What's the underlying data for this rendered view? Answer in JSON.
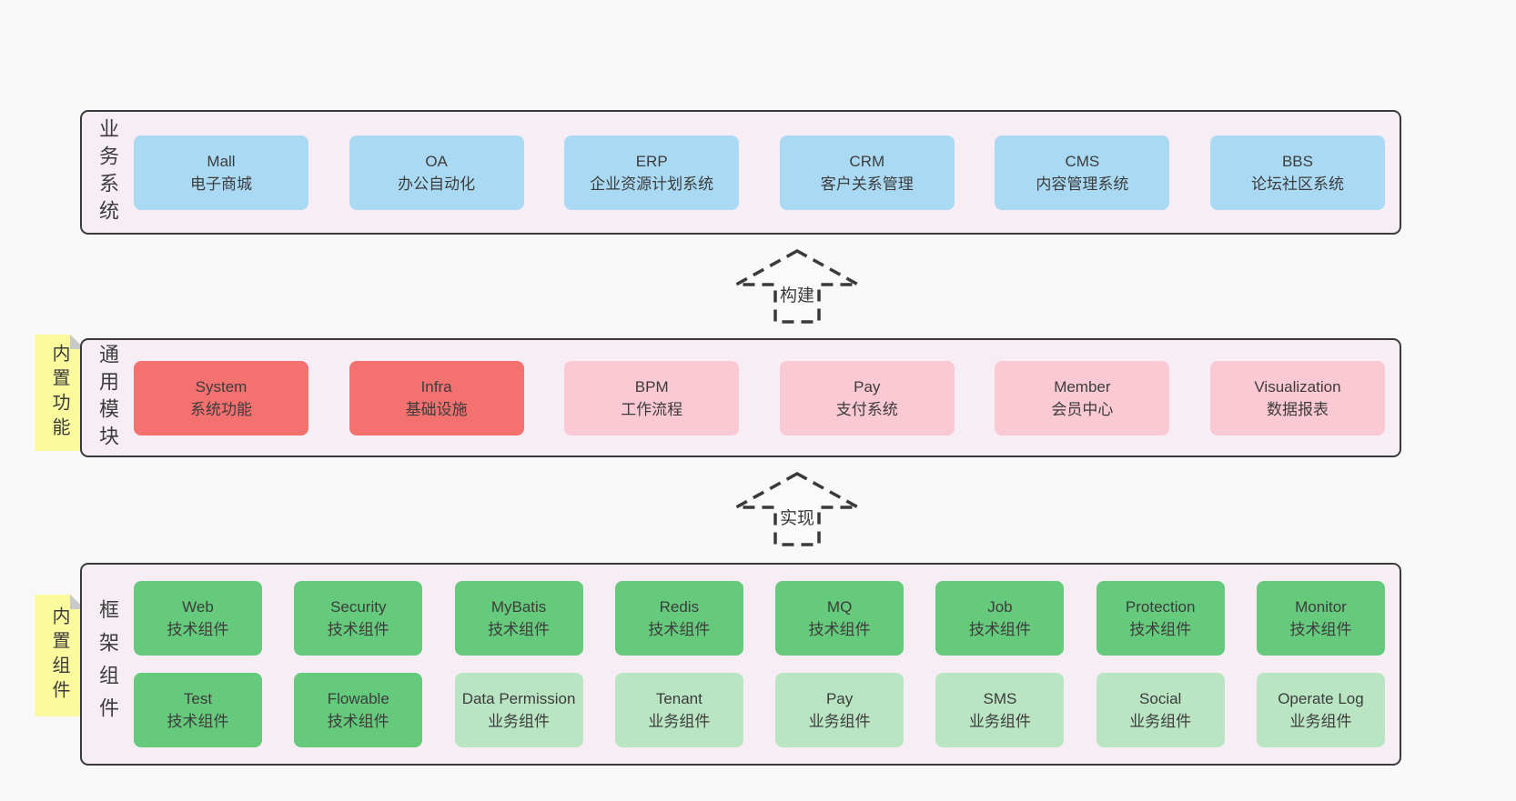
{
  "colors": {
    "page_bg": "#f8f8f8",
    "panel_bg": "#f7edf5",
    "panel_border": "#3a3a3a",
    "box_blue": "#aadaf3",
    "box_red": "#f3716f",
    "box_pink": "#fac9d3",
    "box_green": "#66ca7c",
    "box_light_green": "#b9e5c3",
    "sticky_yellow": "#fbfa9e",
    "sticky_fold": "#c9c9c9",
    "text": "#3c3c3c"
  },
  "layers": {
    "business": {
      "side_label": "业务系统",
      "boxes": [
        {
          "en": "Mall",
          "zh": "电子商城"
        },
        {
          "en": "OA",
          "zh": "办公自动化"
        },
        {
          "en": "ERP",
          "zh": "企业资源计划系统"
        },
        {
          "en": "CRM",
          "zh": "客户关系管理"
        },
        {
          "en": "CMS",
          "zh": "内容管理系统"
        },
        {
          "en": "BBS",
          "zh": "论坛社区系统"
        }
      ]
    },
    "modules": {
      "sticky_label": "内置功能",
      "side_label": "通用模块",
      "boxes": [
        {
          "en": "System",
          "zh": "系统功能"
        },
        {
          "en": "Infra",
          "zh": "基础设施"
        },
        {
          "en": "BPM",
          "zh": "工作流程"
        },
        {
          "en": "Pay",
          "zh": "支付系统"
        },
        {
          "en": "Member",
          "zh": "会员中心"
        },
        {
          "en": "Visualization",
          "zh": "数据报表"
        }
      ]
    },
    "framework": {
      "sticky_label": "内置组件",
      "side_label": "框架组件",
      "row1": [
        {
          "en": "Web",
          "zh": "技术组件"
        },
        {
          "en": "Security",
          "zh": "技术组件"
        },
        {
          "en": "MyBatis",
          "zh": "技术组件"
        },
        {
          "en": "Redis",
          "zh": "技术组件"
        },
        {
          "en": "MQ",
          "zh": "技术组件"
        },
        {
          "en": "Job",
          "zh": "技术组件"
        },
        {
          "en": "Protection",
          "zh": "技术组件"
        },
        {
          "en": "Monitor",
          "zh": "技术组件"
        }
      ],
      "row2": [
        {
          "en": "Test",
          "zh": "技术组件"
        },
        {
          "en": "Flowable",
          "zh": "技术组件"
        },
        {
          "en": "Data Permission",
          "zh": "业务组件"
        },
        {
          "en": "Tenant",
          "zh": "业务组件"
        },
        {
          "en": "Pay",
          "zh": "业务组件"
        },
        {
          "en": "SMS",
          "zh": "业务组件"
        },
        {
          "en": "Social",
          "zh": "业务组件"
        },
        {
          "en": "Operate Log",
          "zh": "业务组件"
        }
      ]
    }
  },
  "arrows": {
    "build": "构建",
    "implement": "实现"
  }
}
